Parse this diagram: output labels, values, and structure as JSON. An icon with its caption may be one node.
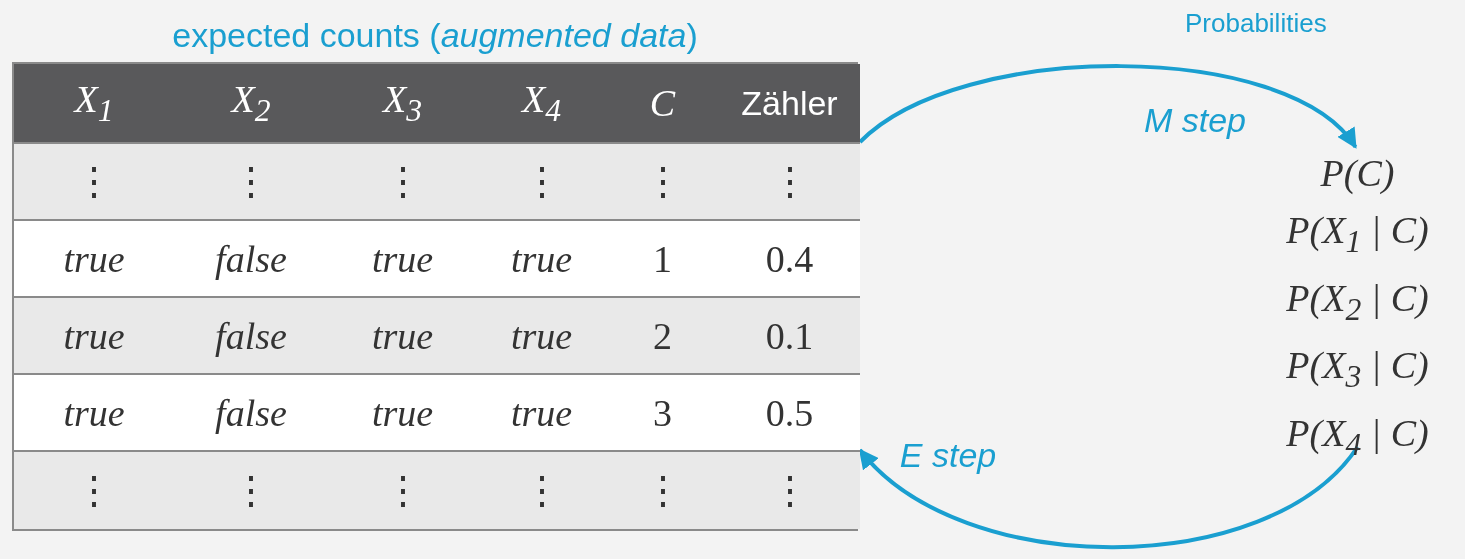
{
  "diagram": {
    "nodes": [
      {
        "text": [
          "expected counts (*augmented data*)"
        ]
      },
      {
        "text": [
          "P(C)",
          "P(X$_{1}$ | C)",
          "P(X$_{2}$ | C)",
          "P(X$_{3}$ | C)",
          "P(X$_{4}$ | C)"
        ]
      }
    ],
    "edges": [
      {
        "from": 0,
        "to": 1,
        "arrow": "to",
        "label": "M step"
      },
      {
        "from": 1,
        "to": 0,
        "arrow": "to",
        "label": "E step"
      }
    ],
    "labels": [
      "Probabilities",
      "X$_{1}$",
      "X$_{2}$",
      "X$_{3}$",
      "X$_{4}$",
      "C",
      "Zähler",
      "⋮",
      "⋮",
      "⋮",
      "⋮",
      "⋮",
      "⋮",
      "true",
      "false",
      "true",
      "true",
      "1",
      "0.4",
      "true",
      "false",
      "true",
      "true",
      "2",
      "0.1",
      "true",
      "false",
      "true",
      "true",
      "3",
      "0.5",
      "⋮",
      "⋮",
      "⋮",
      "⋮",
      "⋮",
      "⋮"
    ]
  }
}
